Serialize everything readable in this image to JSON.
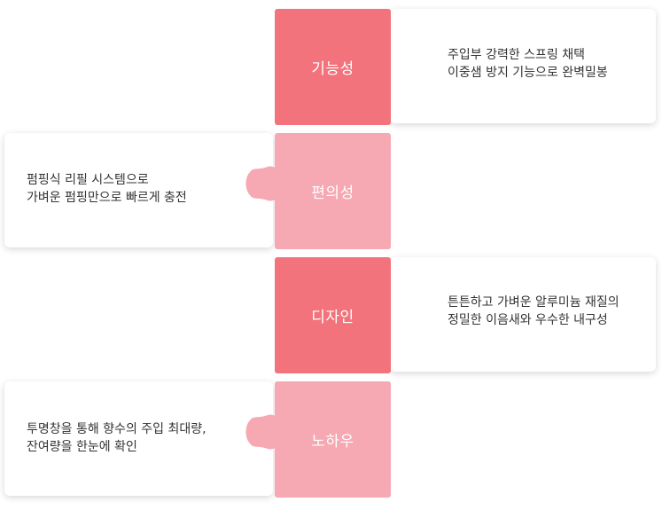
{
  "items": [
    {
      "title": "기능성",
      "line1": "주입부 강력한 스프링 채택",
      "line2": "이중샘 방지 기능으로 완벽밀봉",
      "tile_color": "#f2737b"
    },
    {
      "title": "편의성",
      "line1": "펌핑식 리필 시스템으로",
      "line2": "가벼운 펌핑만으로 빠르게 충전",
      "tile_color": "#f6a8b3"
    },
    {
      "title": "디자인",
      "line1": "튼튼하고 가벼운 알루미늄 재질의",
      "line2": "정밀한 이음새와 우수한 내구성",
      "tile_color": "#f2737b"
    },
    {
      "title": "노하우",
      "line1": "투명창을 통해 향수의 주입 최대량,",
      "line2": "잔여량을 한눈에 확인",
      "tile_color": "#f6a8b3"
    }
  ]
}
